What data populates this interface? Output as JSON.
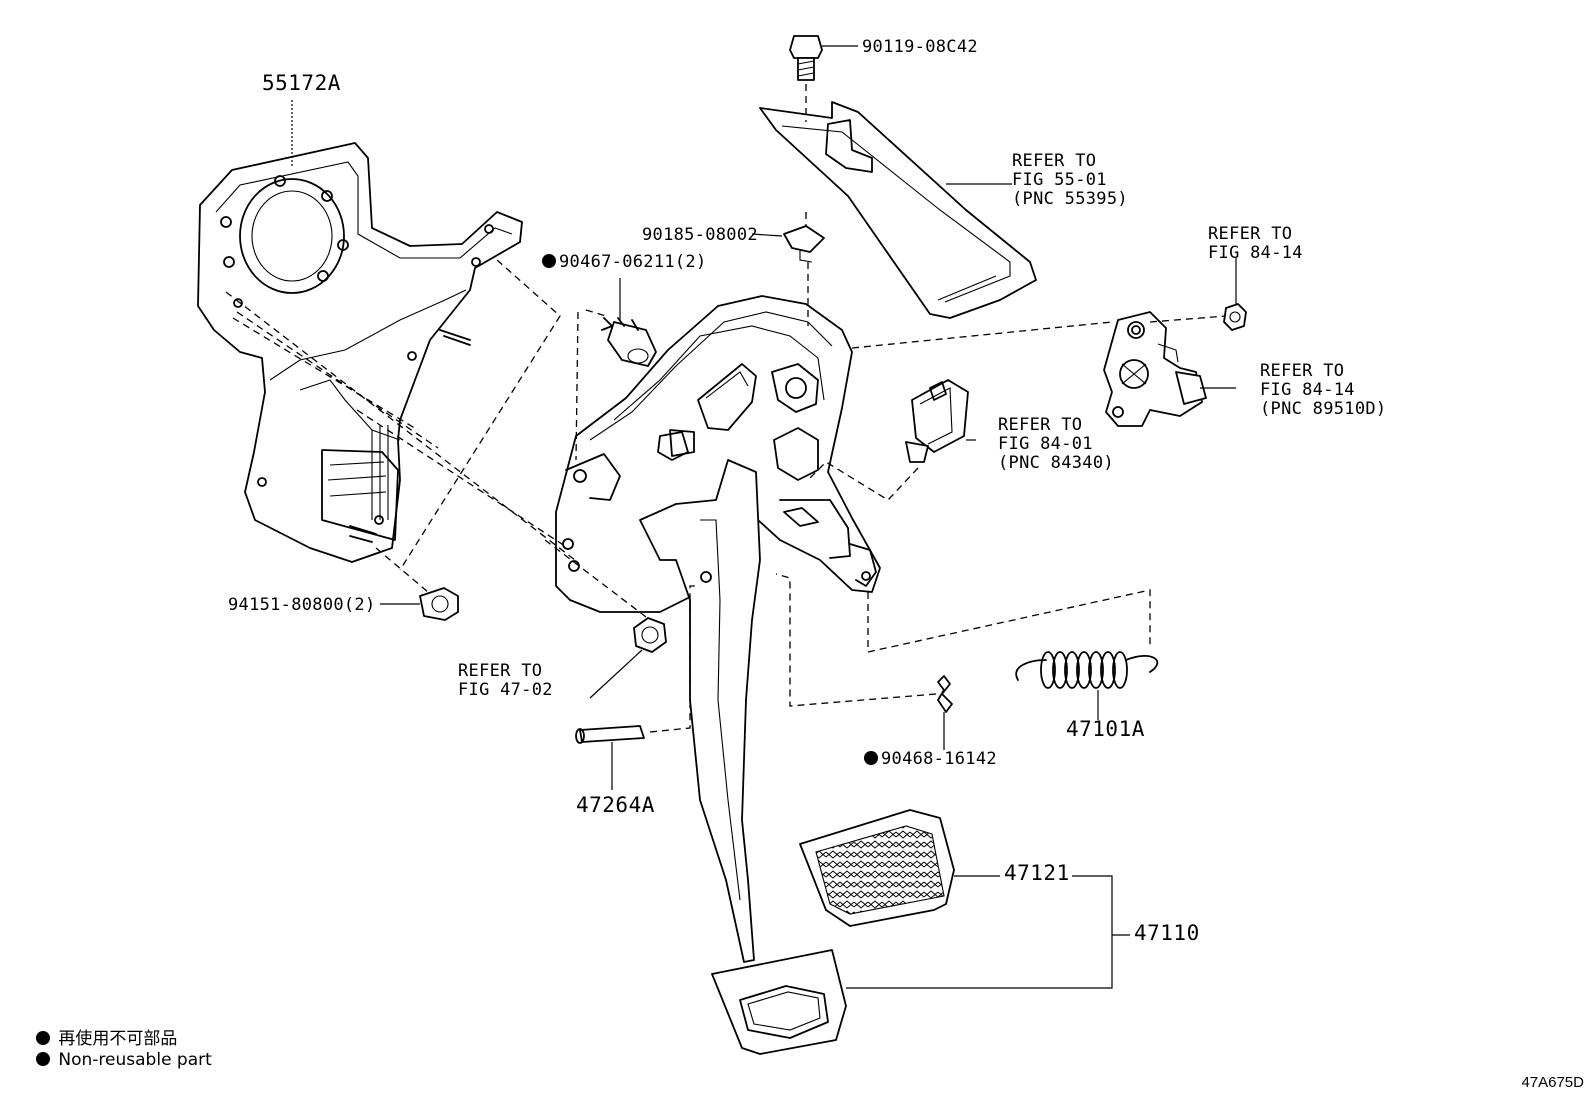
{
  "labels": {
    "p55172a": "55172A",
    "p90119": "90119-08C42",
    "ref_fig5501": [
      "REFER TO",
      "FIG 55-01",
      "(PNC 55395)"
    ],
    "p90185": "90185-08002",
    "p90467": "90467-06211(2)",
    "ref_fig8414_top": [
      "REFER TO",
      "FIG 84-14"
    ],
    "ref_fig8414_pnc": [
      "REFER TO",
      "FIG 84-14",
      "(PNC 89510D)"
    ],
    "ref_fig8401": [
      "REFER TO",
      "FIG 84-01",
      "(PNC 84340)"
    ],
    "p94151": "94151-80800(2)",
    "ref_fig4702": [
      "REFER TO",
      "FIG 47-02"
    ],
    "p47101a": "47101A",
    "p90468": "90468-16142",
    "p47264a": "47264A",
    "p47121": "47121",
    "p47110": "47110"
  },
  "legend": {
    "jp": "再使用不可部品",
    "en": "Non-reusable part"
  },
  "diagram_code": "47A675D",
  "icons": {
    "non_reusable_marker": "filled-circle"
  }
}
